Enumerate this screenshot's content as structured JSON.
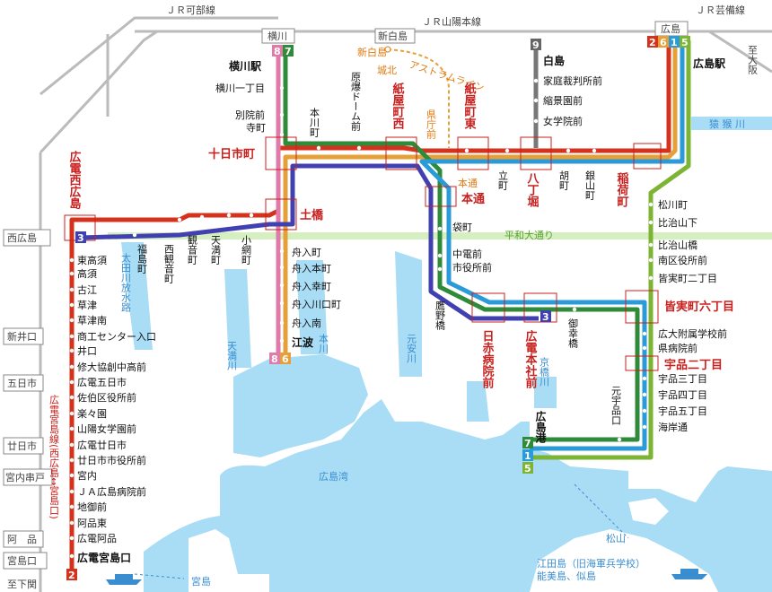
{
  "jr": {
    "kabe": "ＪＲ可部線",
    "sanyo": "ＪＲ山陽本線",
    "geibi": "ＪＲ芸備線",
    "to_osaka": "至大阪",
    "to_shimonoseki": "至下関",
    "sta_yokogawa": "横川",
    "sta_shinhakushima": "新白島",
    "sta_hiroshima": "広島",
    "sta_nishihiroshima": "西広島",
    "sta_shinichi": "新井口",
    "sta_itsukaichi": "五日市",
    "sta_hatsukaichi": "廿日市",
    "sta_miyauchi": "宮内串戸",
    "sta_ajina": "阿　品",
    "sta_miyajimaguchi": "宮島口"
  },
  "lines": {
    "badges_yokogawa": [
      "8",
      "7"
    ],
    "badges_hakushima": [
      "9"
    ],
    "badges_hiroshima": [
      "2",
      "6",
      "1",
      "5"
    ],
    "badges_eba": [
      "8",
      "6"
    ],
    "badge_west": "3",
    "badge_honsha": "3",
    "badges_ujina": [
      "7",
      "1",
      "5"
    ],
    "badge_miyajima": "2",
    "colors": {
      "red": "#d5321d",
      "orange": "#e6a03a",
      "green": "#2e8b3a",
      "blue": "#4040b0",
      "pink": "#e07aa8",
      "sky": "#2a9ad8",
      "lime": "#7cb434",
      "gray": "#666666"
    }
  },
  "labels": {
    "yokogawa_eki": "横川駅",
    "yokogawa_1": "横川一丁目",
    "betsuin_1": "別院前",
    "betsuin_2": "寺町",
    "tokaichi": "十日市町",
    "dobashi": "土橋",
    "funairi": [
      "舟入町",
      "舟入本町",
      "舟入幸町",
      "舟入川口町",
      "舟入南"
    ],
    "eba": "江波",
    "honkawa": "本川町",
    "genbaku": "原爆ドーム前",
    "kamiyacho_w": "紙屋町西",
    "kamiyacho_e": "紙屋町東",
    "shinhakushima_o": "新白島",
    "shiro": "城北",
    "astram": "アストラムライン",
    "kencho": "県庁前",
    "hondori_s": "本通",
    "hondori": "本通",
    "tatemachi": "立町",
    "hatchobori": "八丁堀",
    "ebisu": "胡町",
    "ginzan": "銀山町",
    "inari": "稲荷町",
    "hakushima": "白島",
    "hakushima_stops": [
      "家庭裁判所前",
      "縮景園前",
      "女学院前"
    ],
    "hiroshima_eki": "広島駅",
    "enko": "猿 猴 川",
    "matsukawa": "松川町",
    "hijiyama": [
      "比治山下",
      "比治山橋",
      "南区役所前",
      "皆実町二丁目"
    ],
    "minami6": "皆実町六丁目",
    "kosaigakko": [
      "広大附属学校前",
      "県病院前"
    ],
    "ujina2": "宇品二丁目",
    "ujina_stops": [
      "宇品三丁目",
      "宇品四丁目",
      "宇品五丁目",
      "海岸通"
    ],
    "motoujina": "元宇品口",
    "hiroshima_ko": "広島港",
    "miyukibashi": "御幸橋",
    "honsha": "広電本社前",
    "nisseki": "日赤病院前",
    "takano": "鷹野橋",
    "shiyakusho": "市役所前",
    "chuden": "中電前",
    "fukuromachi": "袋町",
    "heiwa": "平和大通り",
    "west_stops": [
      "小網町",
      "天満町",
      "観音町",
      "西観音町",
      "福島町"
    ],
    "nishihiroshima_t": "広電西広島",
    "miyajima_line": [
      "東高須",
      "高須",
      "古江",
      "草津",
      "草津南",
      "商工センター入口",
      "井口",
      "修大協創中高前",
      "広電五日市",
      "佐伯区役所前",
      "楽々園",
      "山陽女学園前",
      "広電廿日市",
      "廿日市市役所前",
      "宮内",
      "ＪＡ広島病院前",
      "地御前",
      "阿品東",
      "広電阿品"
    ],
    "miyajimaguchi_t": "広電宮島口",
    "miyajima_line_name": "広電宮島線(西広島↔宮島口)",
    "rivers": {
      "ota": "太田川放水路",
      "tenma": "天満川",
      "honkawa_r": "本川",
      "motoyasu": "元安川",
      "kyobashi": "京橋川"
    },
    "bay": "広島湾",
    "miyajima": "宮島",
    "matsuyama": "松山",
    "etajima": "江田島（旧海軍兵学校）",
    "nomi": "能美島、似島"
  }
}
